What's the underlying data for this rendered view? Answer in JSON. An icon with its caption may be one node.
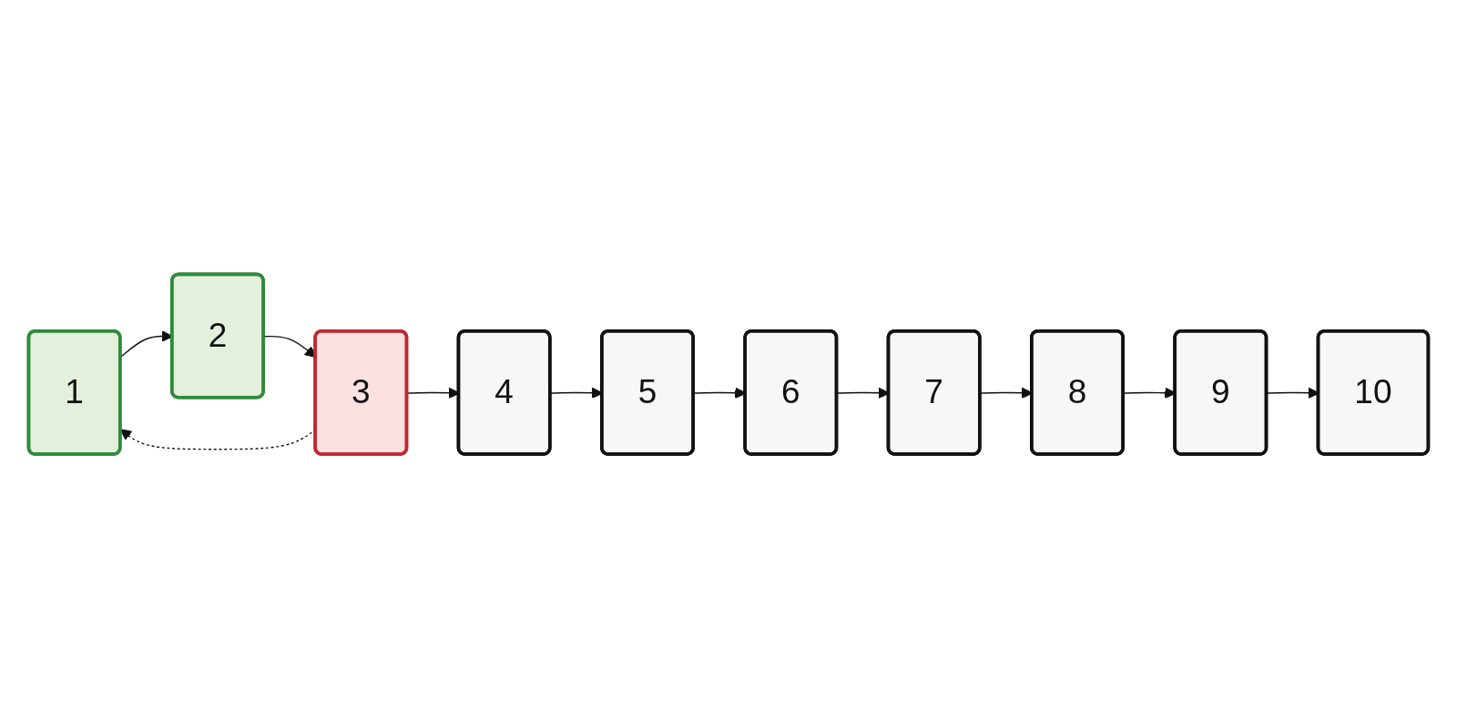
{
  "diagram": {
    "nodes": [
      {
        "text": [
          "1"
        ]
      },
      {
        "text": [
          "2"
        ]
      },
      {
        "text": [
          "3"
        ]
      },
      {
        "text": [
          "4"
        ]
      },
      {
        "text": [
          "5"
        ]
      },
      {
        "text": [
          "6"
        ]
      },
      {
        "text": [
          "7"
        ]
      },
      {
        "text": [
          "8"
        ]
      },
      {
        "text": [
          "9"
        ]
      },
      {
        "text": [
          "10"
        ]
      }
    ],
    "edges": [
      {
        "from": 0,
        "to": 1,
        "arrow": "to"
      },
      {
        "from": 1,
        "to": 2,
        "arrow": "to"
      },
      {
        "from": 2,
        "to": 3,
        "arrow": "to"
      },
      {
        "from": 3,
        "to": 4,
        "arrow": "to"
      },
      {
        "from": 4,
        "to": 5,
        "arrow": "to"
      },
      {
        "from": 5,
        "to": 6,
        "arrow": "to"
      },
      {
        "from": 6,
        "to": 7,
        "arrow": "to"
      },
      {
        "from": 7,
        "to": 8,
        "arrow": "to"
      },
      {
        "from": 8,
        "to": 9,
        "arrow": "to"
      },
      {
        "from": 2,
        "to": 0,
        "arrow": "to",
        "style": "dashed"
      }
    ]
  }
}
